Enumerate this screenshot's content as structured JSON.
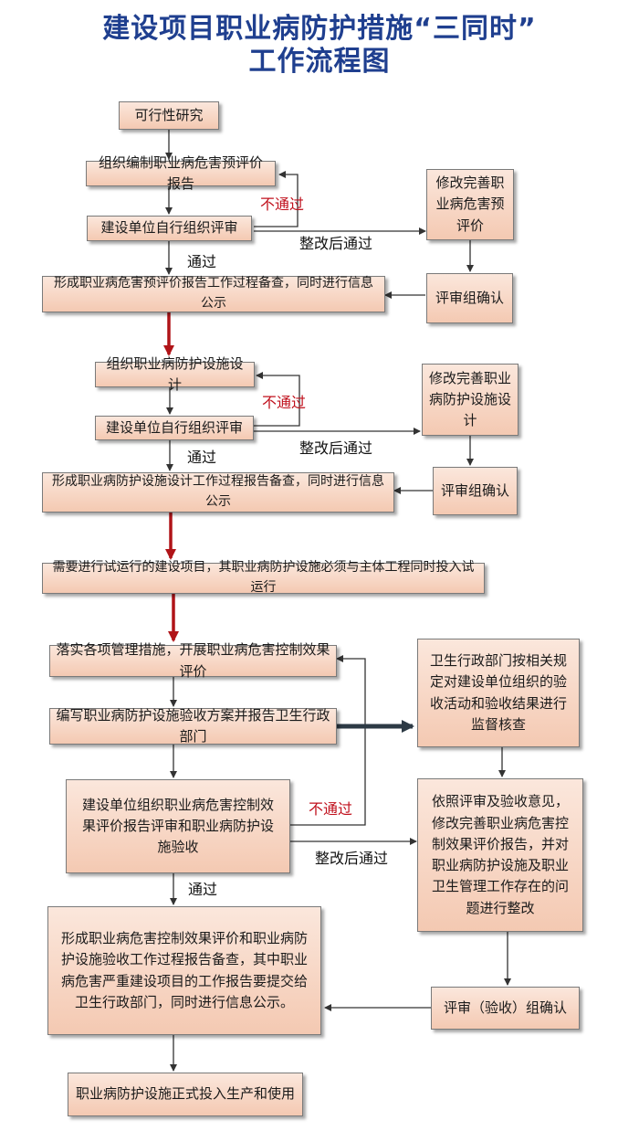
{
  "title": {
    "line1": "建设项目职业病防护措施“三同时”",
    "line2": "工作流程图"
  },
  "boxes": {
    "feasibility": "可行性研究",
    "prepare_pre_eval": "组织编制职业病危害预评价报告",
    "self_review_1": "建设单位自行组织评审",
    "revise_pre_eval": "修改完善职业病危害预评价",
    "file_pre_eval": "形成职业病危害预评价报告工作过程备查，同时进行信息公示",
    "expert_confirm_1": "评审组确认",
    "design": "组织职业病防护设施设计",
    "self_review_2": "建设单位自行组织评审",
    "revise_design": "修改完善职业病防护设施设计",
    "file_design": "形成职业病防护设施设计工作过程报告备查，同时进行信息公示",
    "expert_confirm_2": "评审组确认",
    "trial_run": "需要进行试运行的建设项目，其职业病防护设施必须与主体工程同时投入试运行",
    "implement": "落实各项管理措施，开展职业病危害控制效果评价",
    "write_plan": "编写职业病防护设施验收方案并报告卫生行政部门",
    "supervise": "卫生行政部门按相关规定对建设单位组织的验收活动和验收结果进行监督核查",
    "review_accept": "建设单位组织职业病危害控制效果评价报告评审和职业病防护设施验收",
    "rectify": "依照评审及验收意见，修改完善职业病危害控制效果评价报告，并对职业病防护设施及职业卫生管理工作存在的问题进行整改",
    "file_final": "形成职业病危害控制效果评价和职业病防护设施验收工作过程报告备查，其中职业病危害严重建设项目的工作报告要提交给卫生行政部门，同时进行信息公示。",
    "expert_confirm_3": "评审（验收）组确认",
    "production": "职业病防护设施正式投入生产和使用"
  },
  "labels": {
    "fail": "不通过",
    "pass": "通过",
    "pass_after_fix": "整改后通过"
  },
  "colors": {
    "title": "#1f3f8f",
    "box_fill_top": "#fbe7dc",
    "box_fill_bottom": "#f4c9b2",
    "fail_text": "#c0101c",
    "phase_arrow": "#b01418",
    "connector": "#333333"
  }
}
